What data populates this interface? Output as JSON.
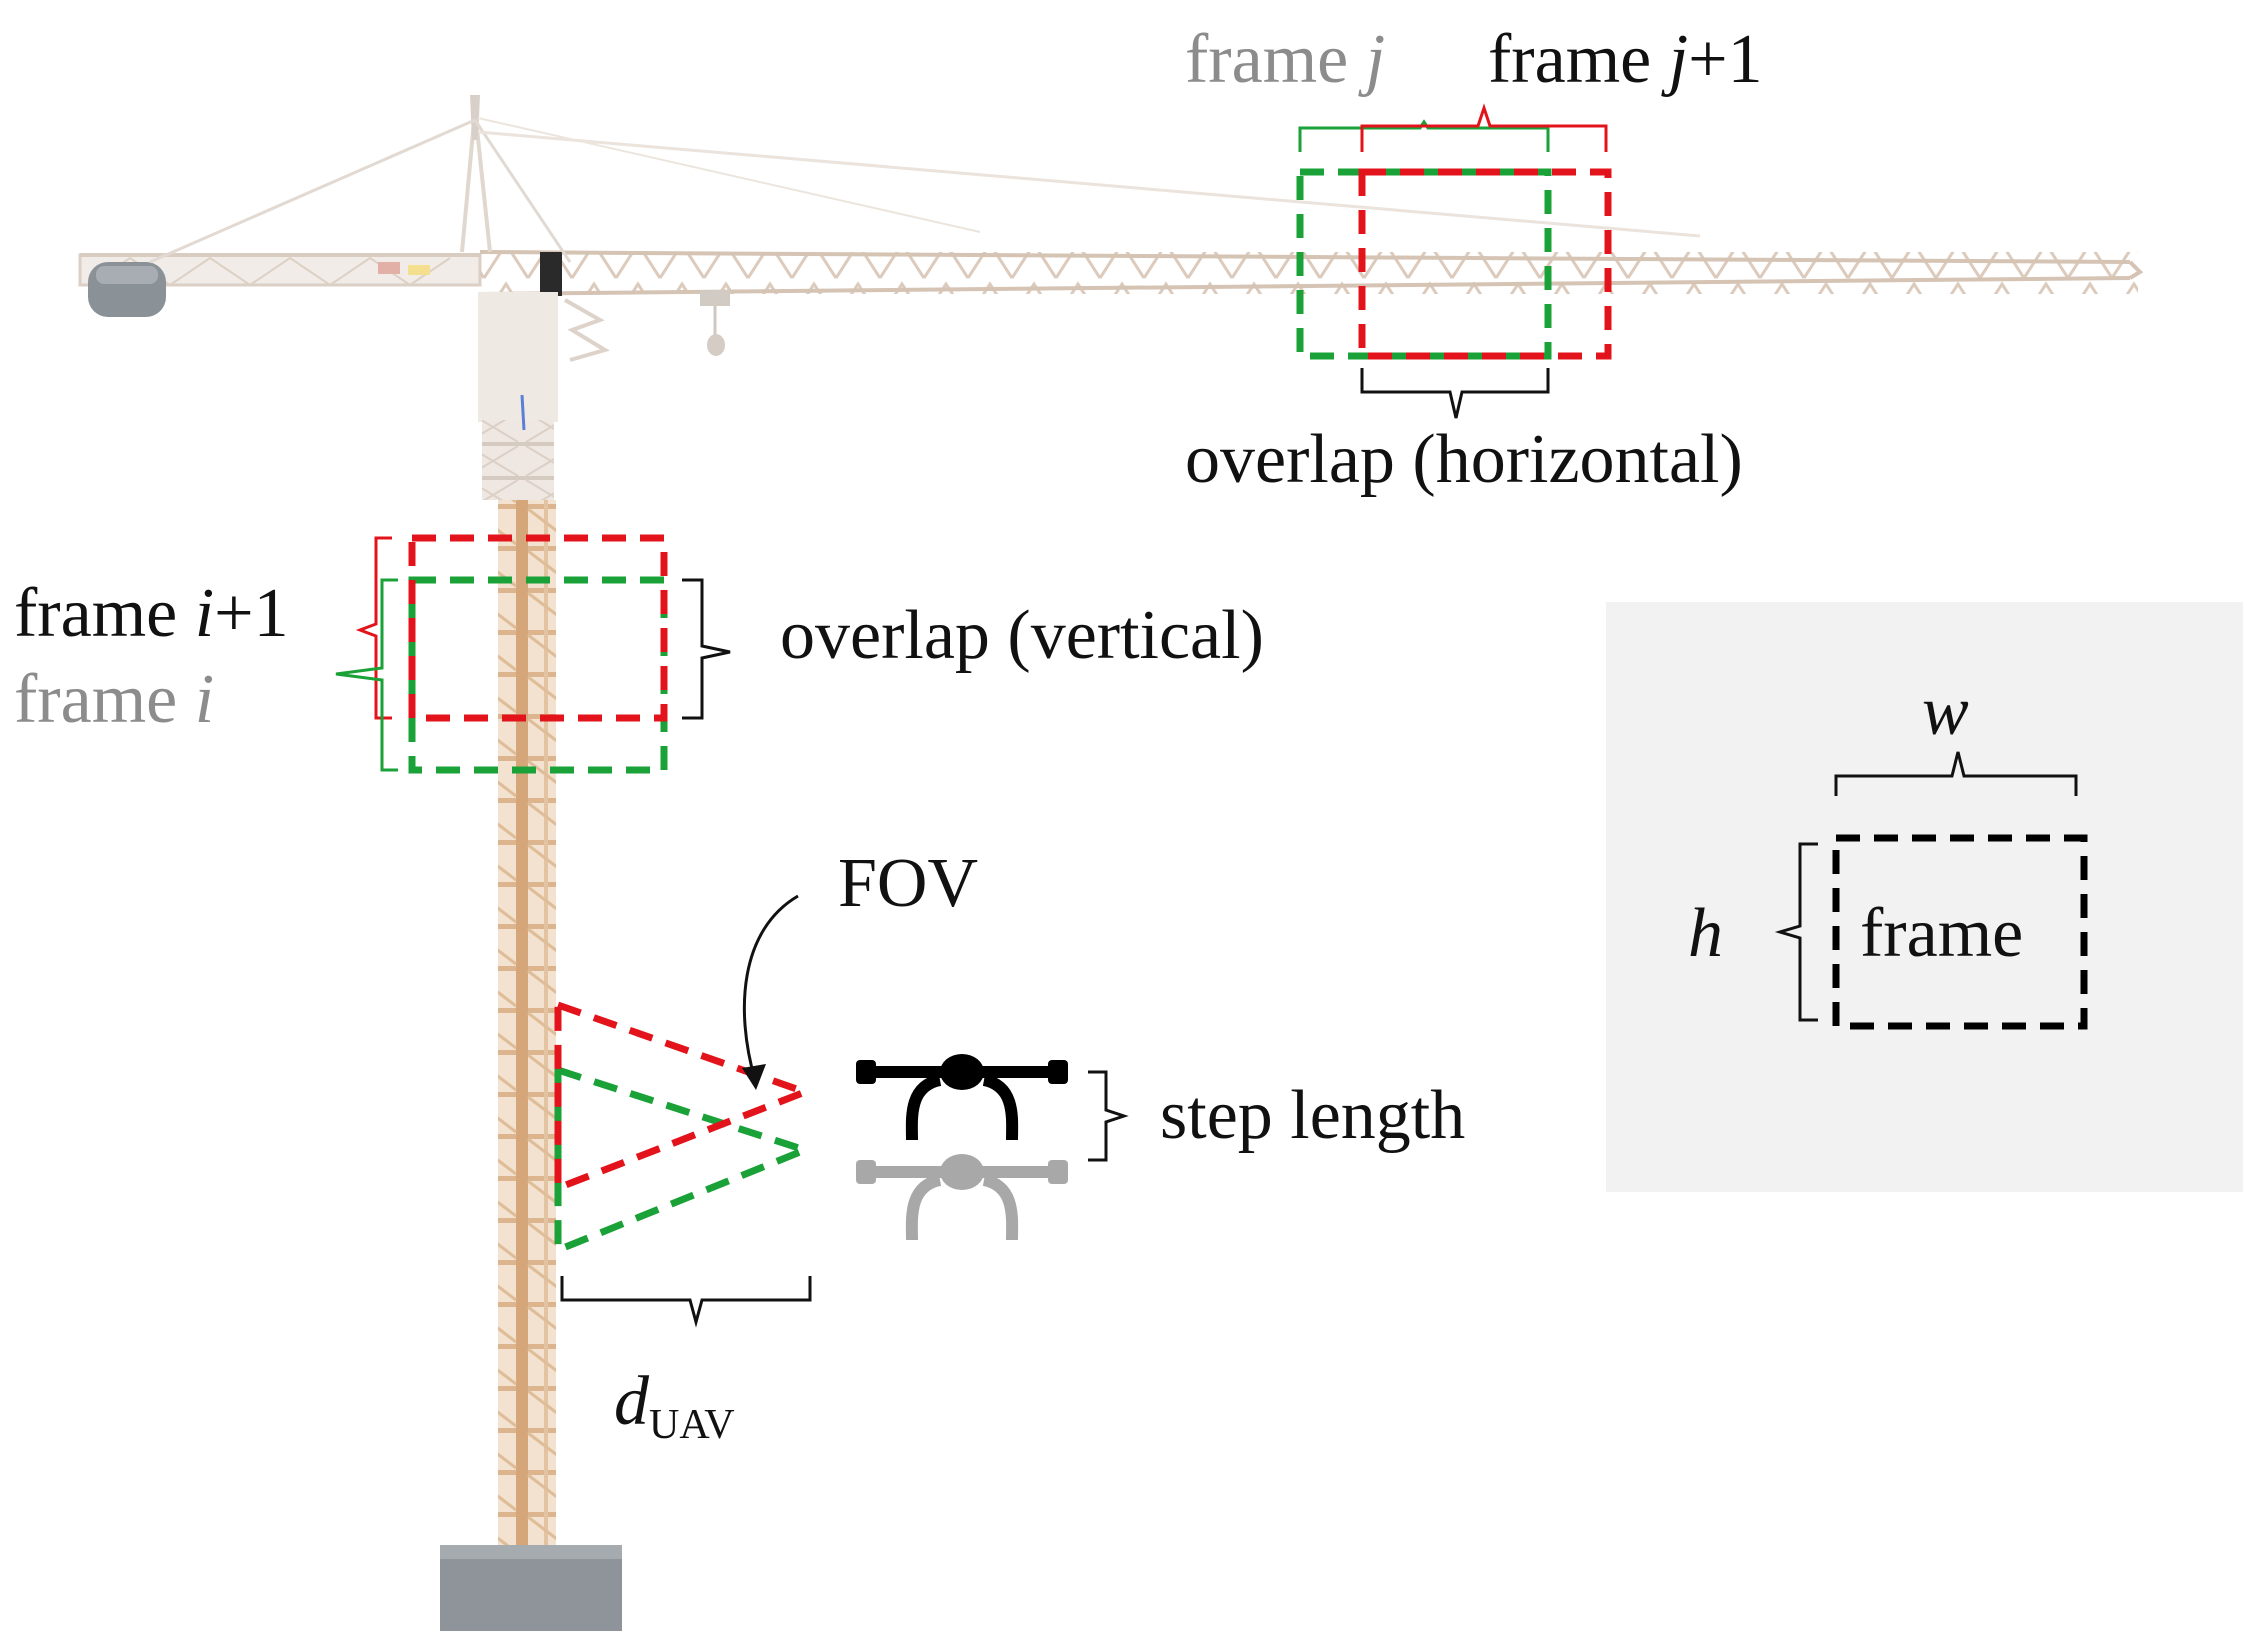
{
  "labels": {
    "frame_j": "frame",
    "frame_j_var": "j",
    "frame_j1": "frame",
    "frame_j1_var": "j",
    "frame_j1_suffix": "+1",
    "overlap_horizontal": "overlap (horizontal)",
    "frame_i1": "frame",
    "frame_i1_var": "i",
    "frame_i1_suffix": "+1",
    "frame_i": "frame",
    "frame_i_var": "i",
    "overlap_vertical": "overlap (vertical)",
    "fov": "FOV",
    "step_length": "step length",
    "d_uav": "d",
    "d_uav_sub": "UAV",
    "legend_w": "w",
    "legend_h": "h",
    "legend_frame": "frame"
  },
  "colors": {
    "frame_current": "#1aa137",
    "frame_next": "#e3131b",
    "frame_legend": "#000000",
    "label_faded": "#8c8c8c",
    "label_dark": "#111111",
    "crane_lattice": "#d9ae86",
    "crane_jib": "#d8c6b8",
    "legend_panel": "#f2f2f2",
    "uav_current": "#000000",
    "uav_previous": "#a8a8a8"
  },
  "icons": {
    "crane": "tower-crane-icon",
    "uav_current": "drone-icon",
    "uav_previous": "drone-icon"
  }
}
